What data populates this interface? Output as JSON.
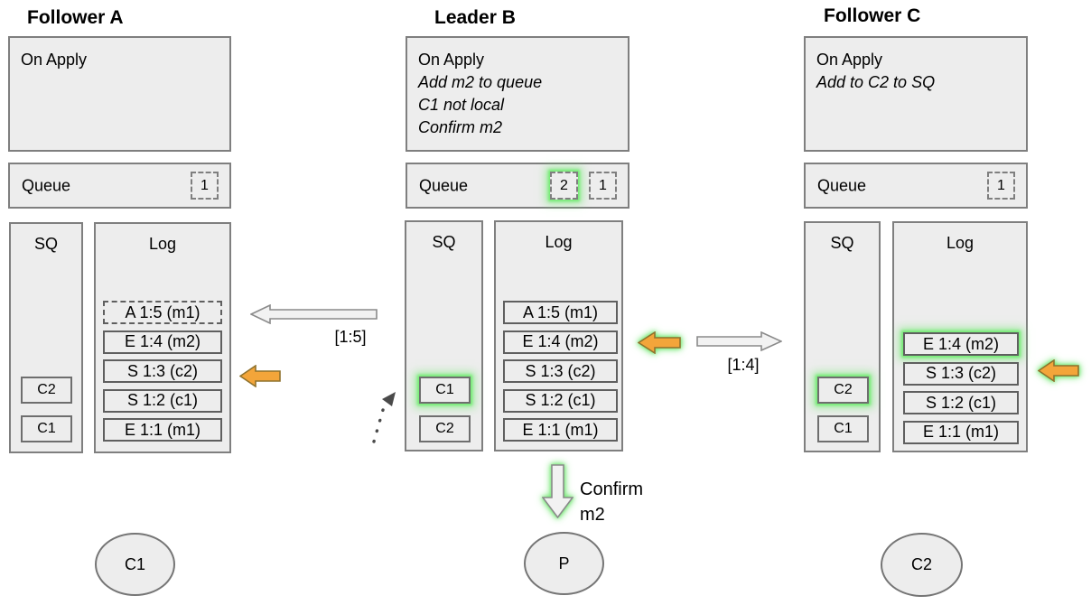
{
  "nodes": [
    {
      "title": "Follower A",
      "on_apply": {
        "title": "On Apply",
        "notes": []
      },
      "queue": {
        "label": "Queue",
        "items": [
          {
            "value": "1",
            "highlighted": false
          }
        ]
      },
      "sq": {
        "label": "SQ",
        "slots": [
          {
            "value": "C2",
            "highlighted": false
          },
          {
            "value": "C1",
            "highlighted": false
          }
        ]
      },
      "log": {
        "label": "Log",
        "entries": [
          {
            "text": "A 1:5 (m1)",
            "border": "dashed",
            "highlighted": false
          },
          {
            "text": "E 1:4 (m2)",
            "border": "solid",
            "highlighted": false
          },
          {
            "text": "S 1:3 (c2)",
            "border": "solid",
            "highlighted": false
          },
          {
            "text": "S 1:2 (c1)",
            "border": "solid",
            "highlighted": false
          },
          {
            "text": "E 1:1 (m1)",
            "border": "solid",
            "highlighted": false
          }
        ]
      }
    },
    {
      "title": "Leader B",
      "on_apply": {
        "title": "On Apply",
        "notes": [
          "Add m2 to queue",
          "C1 not local",
          "Confirm m2"
        ]
      },
      "queue": {
        "label": "Queue",
        "items": [
          {
            "value": "2",
            "highlighted": true
          },
          {
            "value": "1",
            "highlighted": false
          }
        ]
      },
      "sq": {
        "label": "SQ",
        "slots": [
          {
            "value": "C1",
            "highlighted": true
          },
          {
            "value": "C2",
            "highlighted": false
          }
        ]
      },
      "log": {
        "label": "Log",
        "entries": [
          {
            "text": "A 1:5 (m1)",
            "border": "solid",
            "highlighted": false
          },
          {
            "text": "E 1:4 (m2)",
            "border": "solid",
            "highlighted": false
          },
          {
            "text": "S 1:3 (c2)",
            "border": "solid",
            "highlighted": false
          },
          {
            "text": "S 1:2 (c1)",
            "border": "solid",
            "highlighted": false
          },
          {
            "text": "E 1:1 (m1)",
            "border": "solid",
            "highlighted": false
          }
        ]
      }
    },
    {
      "title": "Follower C",
      "on_apply": {
        "title": "On Apply",
        "notes": [
          "Add to C2 to SQ"
        ]
      },
      "queue": {
        "label": "Queue",
        "items": [
          {
            "value": "1",
            "highlighted": false
          }
        ]
      },
      "sq": {
        "label": "SQ",
        "slots": [
          {
            "value": "C2",
            "highlighted": true
          },
          {
            "value": "C1",
            "highlighted": false
          }
        ]
      },
      "log": {
        "label": "Log",
        "entries": [
          {
            "text": "E 1:4 (m2)",
            "border": "solid",
            "highlighted": true
          },
          {
            "text": "S 1:3 (c2)",
            "border": "solid",
            "highlighted": false
          },
          {
            "text": "S 1:2 (c1)",
            "border": "solid",
            "highlighted": false
          },
          {
            "text": "E 1:1 (m1)",
            "border": "solid",
            "highlighted": false
          }
        ]
      }
    }
  ],
  "arrows": [
    {
      "name": "replicate-to-a",
      "label": "[1:5]",
      "direction": "left",
      "style": "outline",
      "glow": false
    },
    {
      "name": "apply-pointer-a",
      "label": "",
      "direction": "left",
      "style": "orange",
      "glow": false
    },
    {
      "name": "apply-pointer-b",
      "label": "",
      "direction": "left",
      "style": "orange",
      "glow": true
    },
    {
      "name": "replicate-to-c",
      "label": "[1:4]",
      "direction": "right",
      "style": "outline",
      "glow": false
    },
    {
      "name": "apply-pointer-c",
      "label": "",
      "direction": "left",
      "style": "orange",
      "glow": true
    },
    {
      "name": "confirm-to-proposer",
      "label_lines": [
        "Confirm",
        "m2"
      ],
      "direction": "down",
      "style": "outline",
      "glow": true
    },
    {
      "name": "queue-to-sq",
      "direction": "up-right",
      "style": "dotted",
      "glow": false
    }
  ],
  "clients": [
    {
      "label": "C1"
    },
    {
      "label": "P"
    },
    {
      "label": "C2"
    }
  ],
  "colors": {
    "box_fill": "#ededed",
    "box_border": "#7f7f7f",
    "highlight_green": "#6eeb6e",
    "arrow_orange": "#f3a53a",
    "arrow_orange_border": "#8f722d",
    "outline_arrow_fill": "#f2f2f2"
  }
}
